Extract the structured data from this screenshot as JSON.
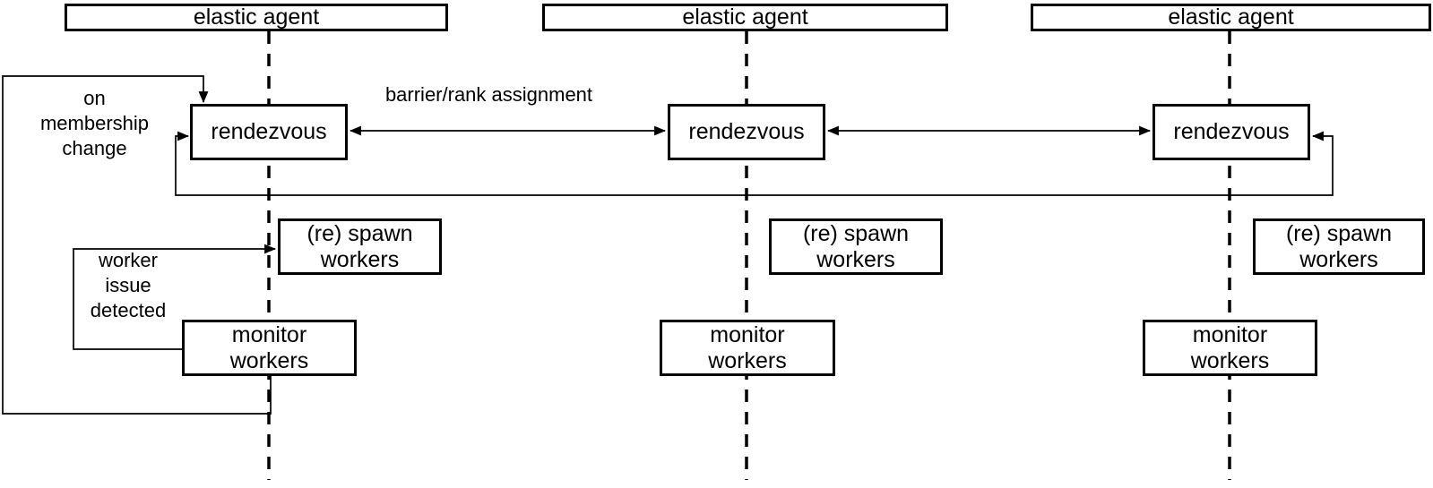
{
  "columns": [
    {
      "agent_label": "elastic agent",
      "rendezvous_label": "rendezvous",
      "spawn_label": "(re) spawn\nworkers",
      "monitor_label": "monitor\nworkers"
    },
    {
      "agent_label": "elastic agent",
      "rendezvous_label": "rendezvous",
      "spawn_label": "(re) spawn\nworkers",
      "monitor_label": "monitor\nworkers"
    },
    {
      "agent_label": "elastic agent",
      "rendezvous_label": "rendezvous",
      "spawn_label": "(re) spawn\nworkers",
      "monitor_label": "monitor\nworkers"
    }
  ],
  "annotations": {
    "barrier_rank": "barrier/rank assignment",
    "membership_change": "on\nmembership\nchange",
    "worker_issue": "worker\nissue\ndetected"
  },
  "colors": {
    "line": "#000000",
    "background": "#ffffff",
    "box-fill": "#ffffff",
    "text": "#000000"
  }
}
